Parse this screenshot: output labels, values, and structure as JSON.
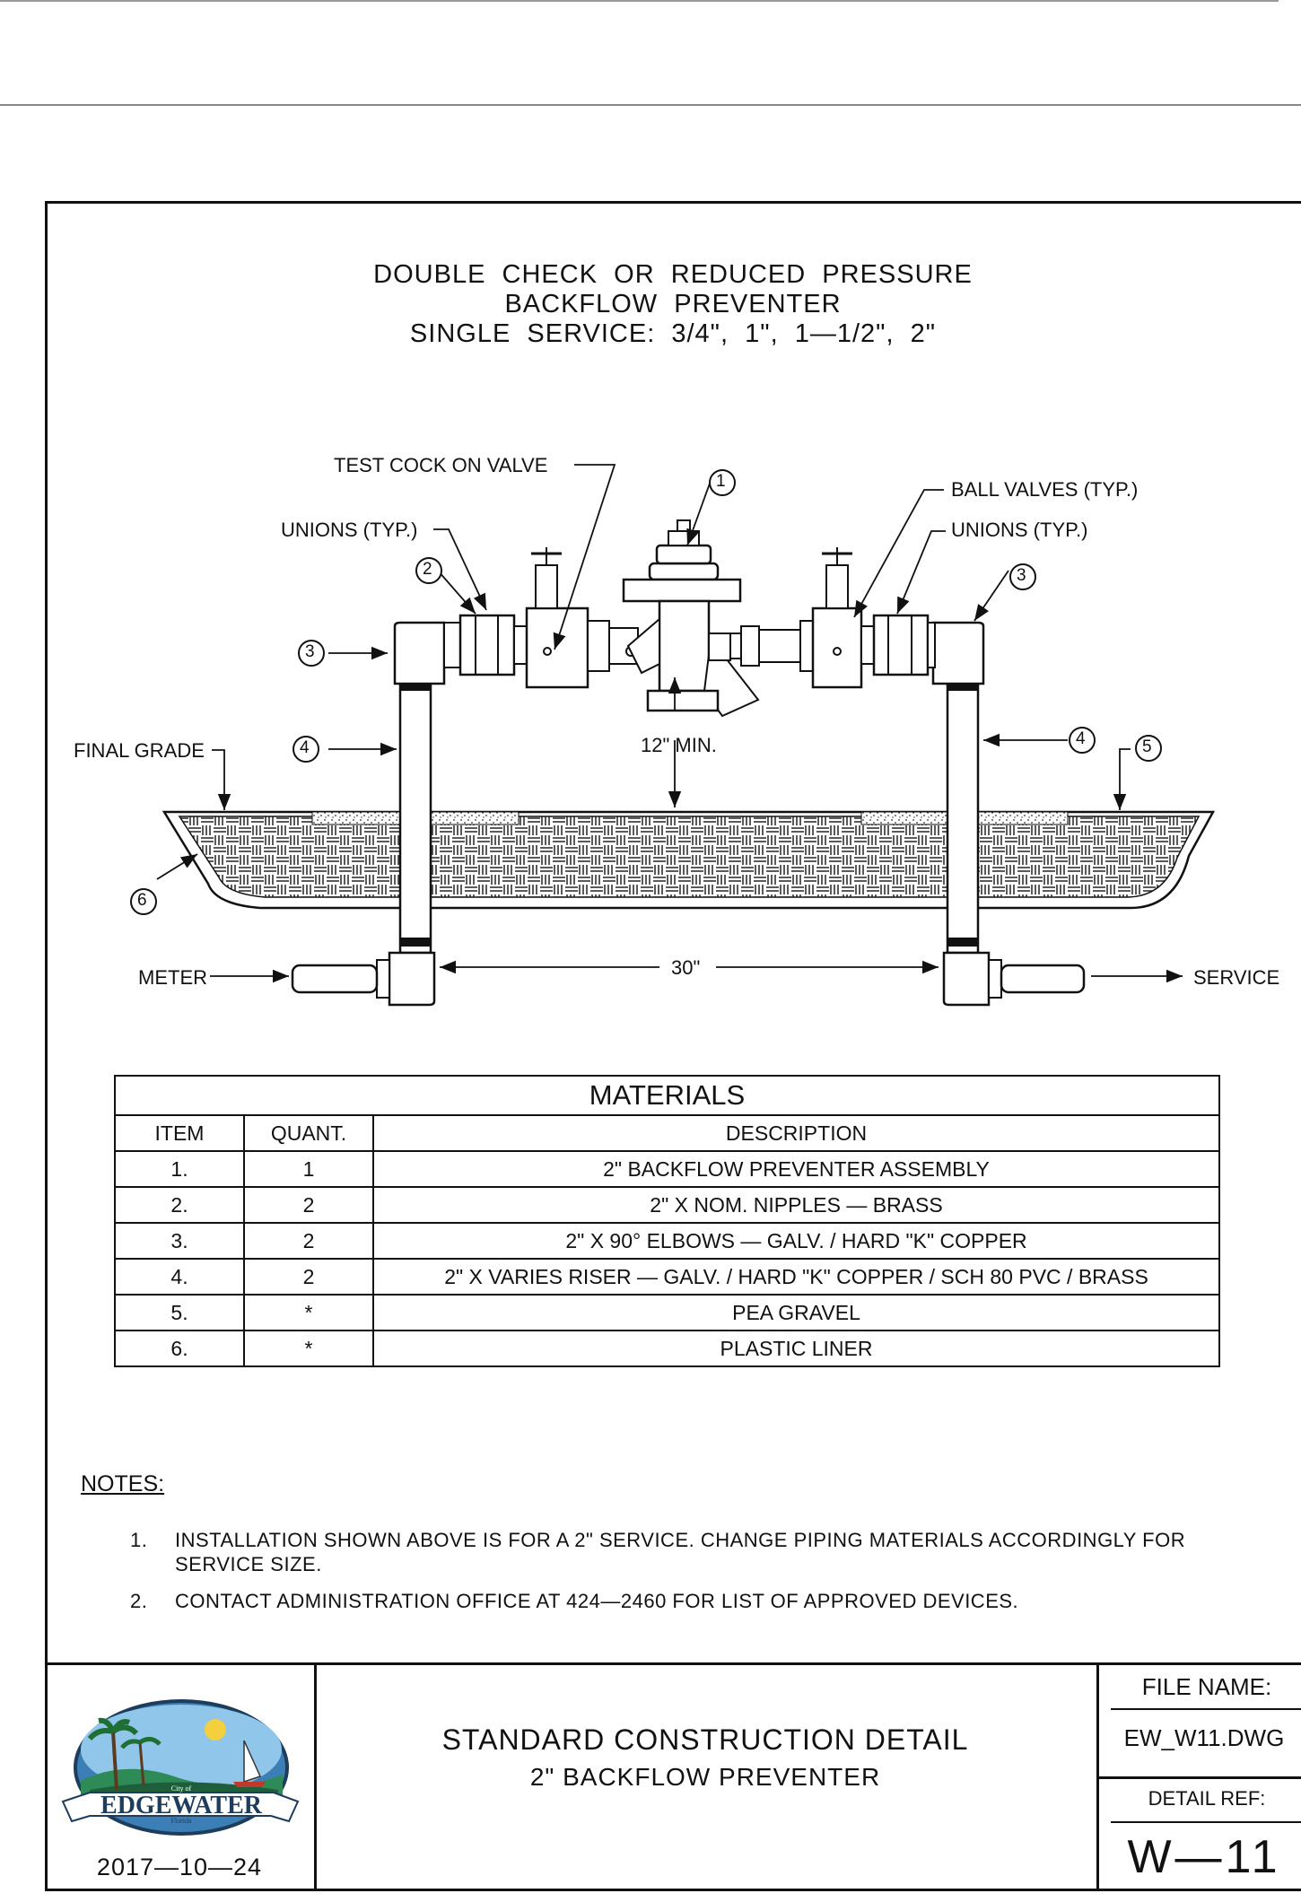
{
  "title": {
    "line1": "DOUBLE  CHECK  OR  REDUCED  PRESSURE",
    "line2": "BACKFLOW  PREVENTER",
    "line3": "SINGLE  SERVICE:  3/4\",  1\",  1—1/2\",  2\""
  },
  "callouts": {
    "test_cock": "TEST  COCK  ON  VALVE",
    "unions_left": "UNIONS  (TYP.)",
    "ball_valves": "BALL  VALVES  (TYP.)",
    "unions_right": "UNIONS  (TYP.)",
    "final_grade": "FINAL  GRADE",
    "min_height": "12\"  MIN.",
    "meter": "METER",
    "service": "SERVICE",
    "span": "30\"",
    "balloons": [
      "1",
      "2",
      "3",
      "3",
      "4",
      "4",
      "5",
      "6"
    ]
  },
  "materials": {
    "caption": "MATERIALS",
    "headers": [
      "ITEM",
      "QUANT.",
      "DESCRIPTION"
    ],
    "rows": [
      [
        "1.",
        "1",
        "2\"  BACKFLOW  PREVENTER  ASSEMBLY"
      ],
      [
        "2.",
        "2",
        "2\"  X  NOM.  NIPPLES  —  BRASS"
      ],
      [
        "3.",
        "2",
        "2\"  X  90°  ELBOWS  —  GALV.  /  HARD  \"K\"  COPPER"
      ],
      [
        "4.",
        "2",
        "2\"  X  VARIES  RISER  —  GALV.  /  HARD  \"K\"  COPPER  /  SCH  80  PVC  /  BRASS"
      ],
      [
        "5.",
        "*",
        "PEA  GRAVEL"
      ],
      [
        "6.",
        "*",
        "PLASTIC  LINER"
      ]
    ]
  },
  "notes": {
    "heading": "NOTES:",
    "items": [
      {
        "num": "1.",
        "text": "INSTALLATION  SHOWN  ABOVE  IS  FOR  A  2\"  SERVICE.  CHANGE  PIPING  MATERIALS  ACCORDINGLY  FOR  SERVICE  SIZE."
      },
      {
        "num": "2.",
        "text": "CONTACT  ADMINISTRATION  OFFICE  AT  424—2460  FOR  LIST  OF  APPROVED  DEVICES."
      }
    ]
  },
  "title_block": {
    "line1": "STANDARD  CONSTRUCTION  DETAIL",
    "line2": "2\"  BACKFLOW  PREVENTER",
    "file_name_label": "FILE  NAME:",
    "file_name": "EW_W11.DWG",
    "detail_ref_label": "DETAIL  REF:",
    "detail_ref": "W—11",
    "date": "2017—10—24",
    "logo_text": "EDGEWATER",
    "logo_small_top": "City of",
    "logo_small_bottom": "Florida"
  }
}
